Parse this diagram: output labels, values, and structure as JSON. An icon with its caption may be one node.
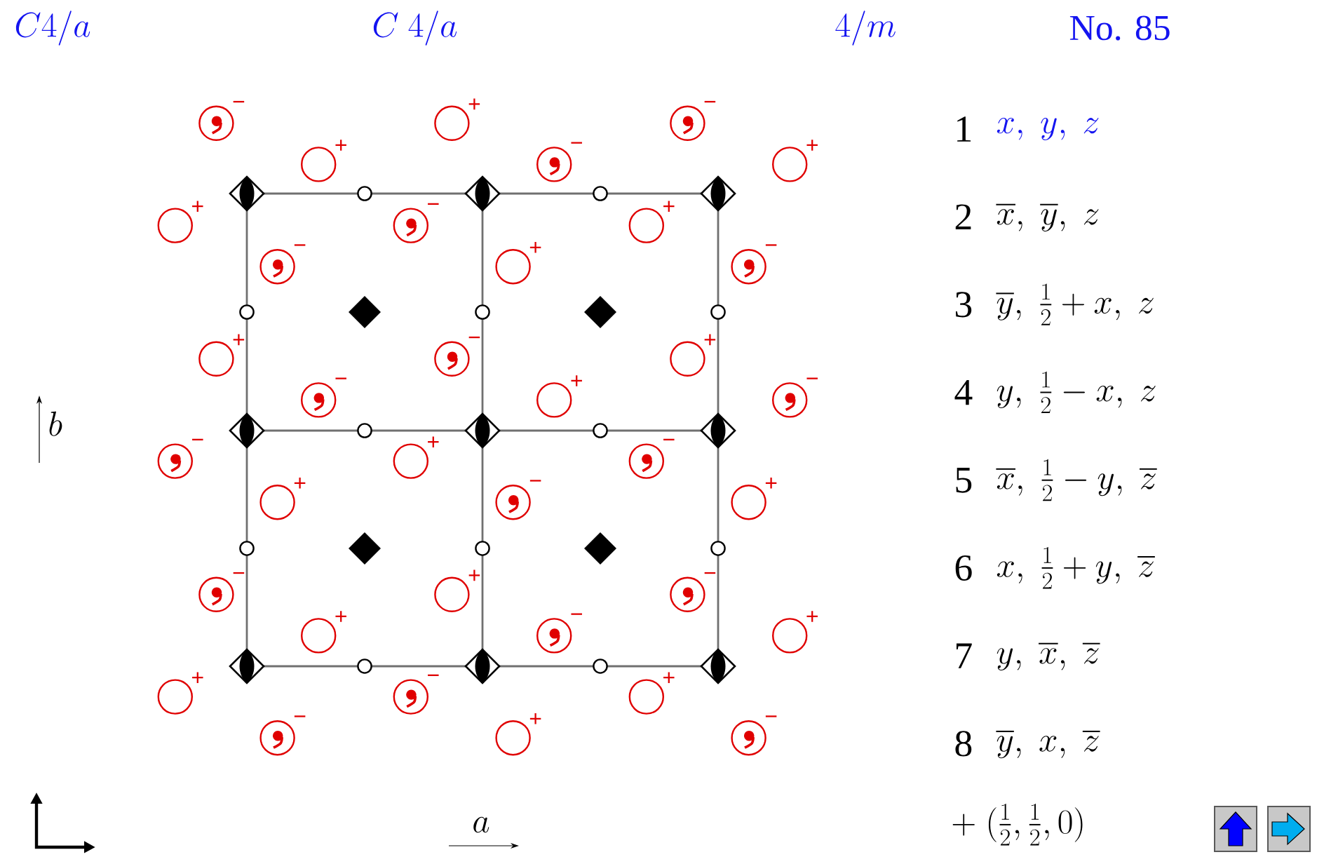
{
  "diagram": {
    "labels": [
      "C4/a",
      "C\\ 4/a",
      "4/m",
      "No. 85",
      "1",
      "x,\\ y,\\ z",
      "2",
      "\\overline{x},\\ \\overline{y},\\ z",
      "3",
      "\\overline{y},\\ \\tfrac{1}{2}+x,\\ z",
      "4",
      "y,\\ \\tfrac{1}{2}-x,\\ z",
      "5",
      "\\overline{x},\\ \\tfrac{1}{2}-y,\\ \\overline{z}",
      "6",
      "x,\\ \\tfrac{1}{2}+y,\\ \\overline{z}",
      "7",
      "y,\\ \\overline{x},\\ \\overline{z}",
      "8",
      "\\overline{y},\\ x,\\ \\overline{z}",
      "+\\ (\\tfrac{1}{2},\\tfrac{1}{2},0)",
      "b",
      "−",
      "+",
      "−",
      "+",
      "−",
      "+",
      "+",
      "−",
      "+",
      "−",
      "+",
      "−",
      "+",
      "−",
      "+",
      "−",
      "+",
      "−",
      "−",
      "+",
      "−",
      "+",
      "−",
      "+",
      "−",
      "+",
      "−",
      "+",
      "−",
      "+",
      "+",
      "−",
      "+",
      "−",
      "+",
      "−",
      "a"
    ]
  }
}
